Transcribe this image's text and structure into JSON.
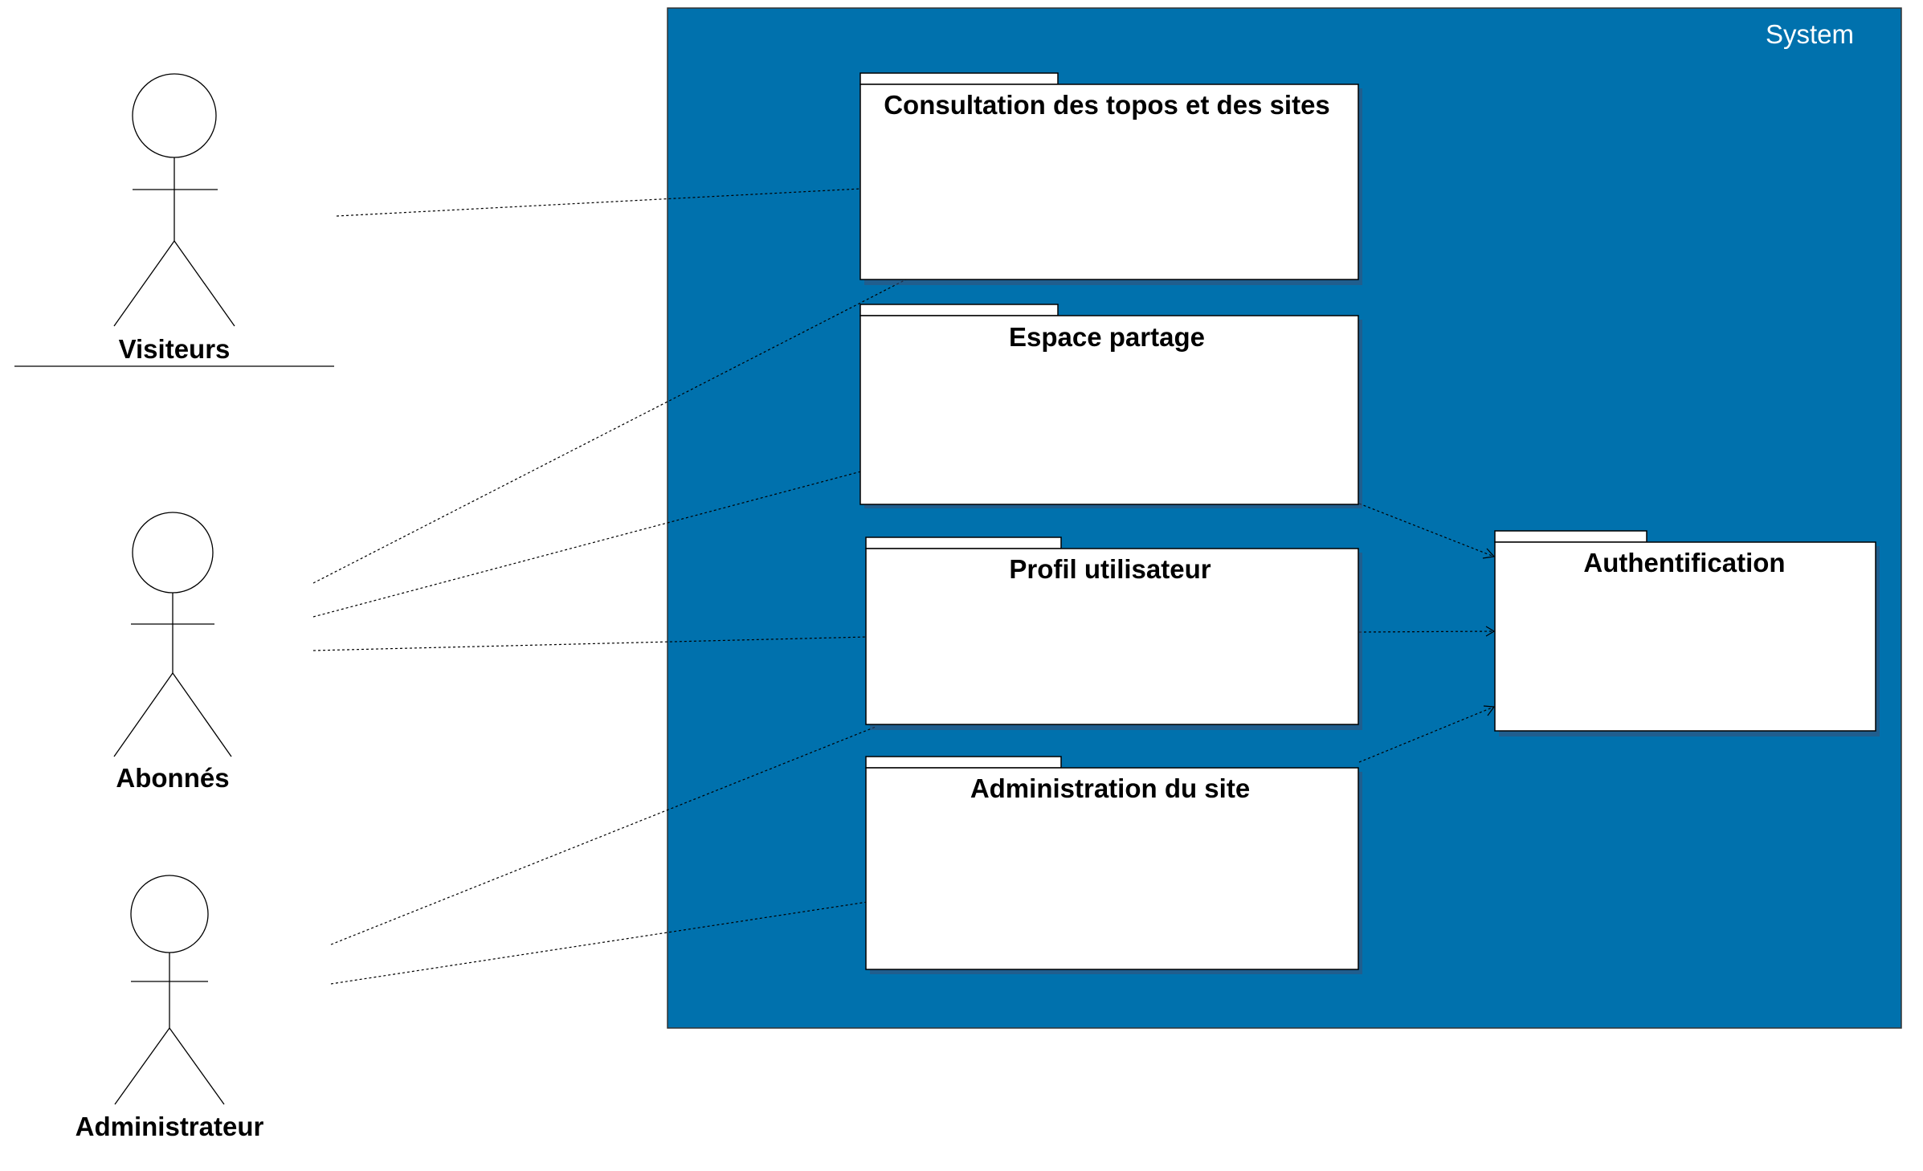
{
  "system": {
    "label": "System",
    "fill_color": "#0071ad"
  },
  "actors": [
    {
      "id": "visiteurs",
      "name": "Visiteurs"
    },
    {
      "id": "abonnes",
      "name": "Abonnés"
    },
    {
      "id": "administrateur",
      "name": "Administrateur"
    }
  ],
  "packages": [
    {
      "id": "consultation",
      "name": "Consultation des topos et des sites"
    },
    {
      "id": "espace",
      "name": "Espace partage"
    },
    {
      "id": "profil",
      "name": "Profil utilisateur"
    },
    {
      "id": "administration",
      "name": "Administration du site"
    },
    {
      "id": "auth",
      "name": "Authentification"
    }
  ],
  "associations": [
    {
      "from": "visiteurs",
      "to": "consultation"
    },
    {
      "from": "abonnes",
      "to": "consultation"
    },
    {
      "from": "abonnes",
      "to": "espace"
    },
    {
      "from": "abonnes",
      "to": "profil"
    },
    {
      "from": "administrateur",
      "to": "profil"
    },
    {
      "from": "administrateur",
      "to": "administration"
    }
  ],
  "dependencies": [
    {
      "from": "espace",
      "to": "auth"
    },
    {
      "from": "profil",
      "to": "auth"
    },
    {
      "from": "administration",
      "to": "auth"
    }
  ]
}
